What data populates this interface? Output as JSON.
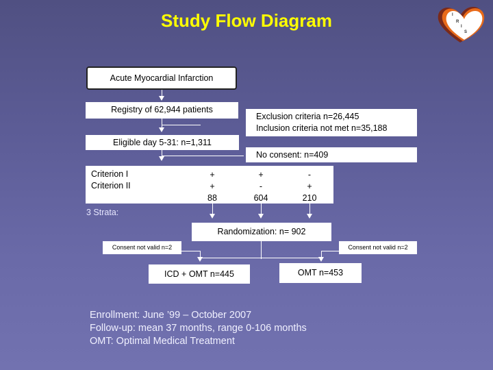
{
  "title": "Study Flow Diagram",
  "logo": {
    "icon": "heart-logo-icon",
    "letters": [
      "I",
      "R",
      "I",
      "S"
    ]
  },
  "boxes": {
    "ami": "Acute Myocardial Infarction",
    "registry": "Registry of 62,944 patients",
    "exclusion_line1": "Exclusion criteria n=26,445",
    "exclusion_line2": "Inclusion criteria not met n=35,188",
    "eligible": "Eligible day 5-31:  n=1,311",
    "no_consent": "No consent:  n=409",
    "randomization": "Randomization: n= 902",
    "consent_left": "Consent not valid n=2",
    "consent_right": "Consent not valid n=2",
    "icd": "ICD + OMT  n=445",
    "omt": "OMT  n=453"
  },
  "criteria": {
    "labels": [
      "Criterion I",
      "Criterion II"
    ],
    "columns": [
      {
        "c1": "+",
        "c2": "+",
        "n": "88"
      },
      {
        "c1": "+",
        "c2": "-",
        "n": "604"
      },
      {
        "c1": "-",
        "c2": "+",
        "n": "210"
      }
    ]
  },
  "strata_label": "3 Strata:",
  "footer": [
    "Enrollment: June ’99 – October 2007",
    "Follow-up: mean 37 months, range 0-106 months",
    "OMT: Optimal Medical Treatment"
  ]
}
